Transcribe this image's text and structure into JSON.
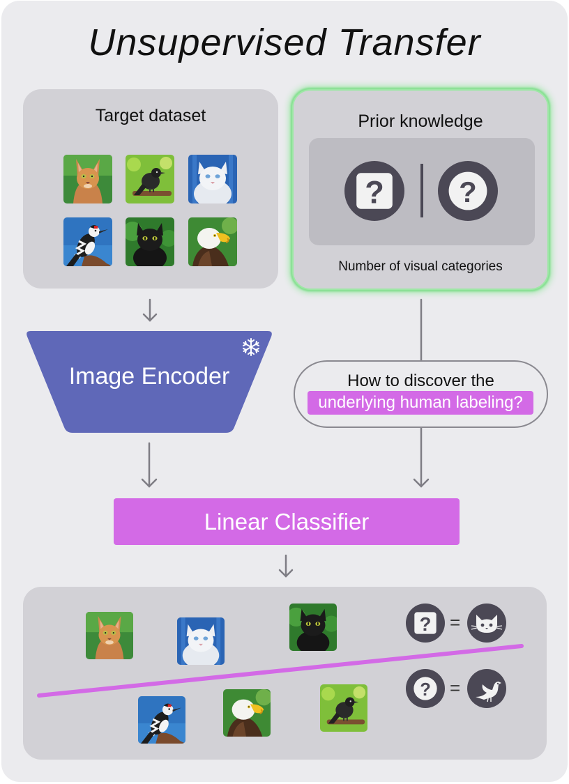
{
  "title": "Unsupervised Transfer",
  "target_panel": {
    "label": "Target dataset"
  },
  "prior_panel": {
    "label": "Prior knowledge",
    "caption": "Number of visual categories"
  },
  "encoder": {
    "label": "Image Encoder",
    "frozen_icon": "snowflake-icon"
  },
  "question": {
    "line1": "How to discover the",
    "line2": "underlying human labeling?"
  },
  "classifier": {
    "label": "Linear Classifier"
  },
  "result": {
    "rows": [
      {
        "symbol": "?",
        "equals": "=",
        "category_icon": "cat-face-icon"
      },
      {
        "symbol": "?",
        "equals": "=",
        "category_icon": "bird-icon"
      }
    ]
  },
  "colors": {
    "background": "#ebebee",
    "panel": "#d2d1d6",
    "encoder": "#5f68b8",
    "accent_magenta": "#d36ae6",
    "glow_green": "#8fe59a",
    "dark_circle": "#4b4855"
  },
  "images": [
    "cat-abyssinian",
    "bird-black",
    "cat-white",
    "bird-woodpecker",
    "cat-black",
    "bird-eagle"
  ]
}
